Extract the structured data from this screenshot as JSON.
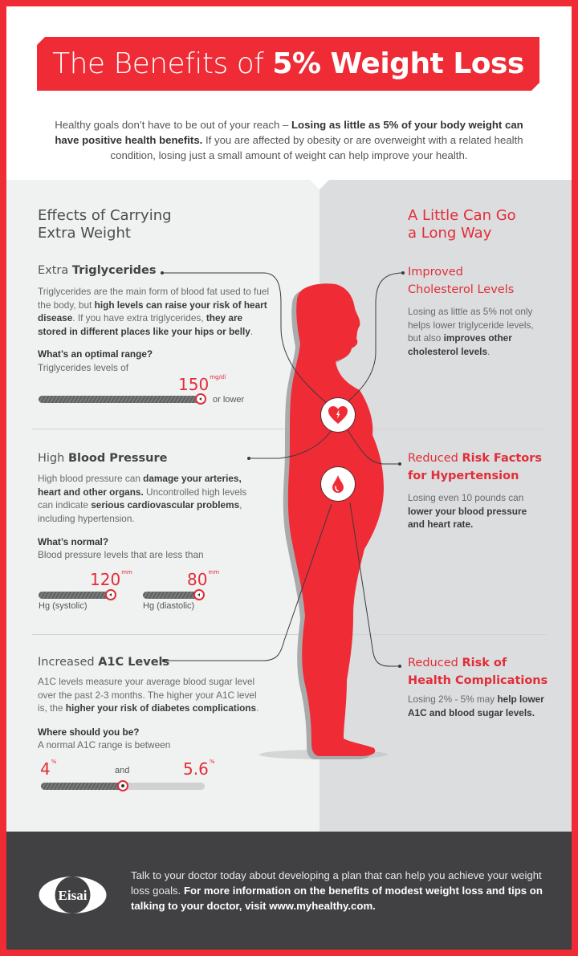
{
  "title": {
    "light": "The Benefits of ",
    "bold": "5% Weight Loss"
  },
  "intro": {
    "part1": "Healthy goals don’t have to be out of your reach – ",
    "bold1": "Losing as little as 5% of your body weight can have positive health benefits.",
    "part2": " If you are affected by obesity or are overweight with a related health condition, losing just a small amount of weight can help improve your health."
  },
  "left": {
    "heading_line1": "Effects of Carrying",
    "heading_line2": "Extra Weight",
    "triglycerides": {
      "title_light": "Extra ",
      "title_bold": "Triglycerides",
      "text1": "Triglycerides are the main form of blood fat used to fuel the body, but ",
      "bold1": "high levels can raise your risk of heart disease",
      "text2": ". If you have extra triglycerides, ",
      "bold2": "they are stored in different places like your hips or belly",
      "text3": ".",
      "question": "What’s an optimal range?",
      "question_sub": "Triglycerides levels of",
      "value": "150",
      "unit": "mg/dl",
      "suffix": "or lower"
    },
    "blood_pressure": {
      "title_light": "High ",
      "title_bold": "Blood Pressure",
      "text1": "High blood pressure can ",
      "bold1": "damage your arteries, heart and other organs.",
      "text2": " Uncontrolled high levels can indicate ",
      "bold2": "serious cardiovascular problems",
      "text3": ", including hypertension.",
      "question": "What’s normal?",
      "question_sub": "Blood pressure levels that are less than",
      "systolic_value": "120",
      "systolic_unit": "mm",
      "systolic_label": "Hg (systolic)",
      "diastolic_value": "80",
      "diastolic_unit": "mm",
      "diastolic_label": "Hg (diastolic)"
    },
    "a1c": {
      "title_light": "Increased ",
      "title_bold": "A1C Levels",
      "text1": "A1C levels measure your average blood sugar level over the past 2-3 months. The higher your A1C level is, the ",
      "bold1": "higher your risk of diabetes complications",
      "text2": ".",
      "question": "Where should you be?",
      "question_sub": "A normal A1C range is between",
      "low_value": "4",
      "low_unit": "%",
      "and_label": "and",
      "high_value": "5.6",
      "high_unit": "%"
    }
  },
  "right": {
    "heading_line1": "A Little Can Go",
    "heading_line2": "a Long Way",
    "cholesterol": {
      "title_line1": "Improved",
      "title_line2": "Cholesterol Levels",
      "text1": "Losing as little as 5% not only helps lower triglyceride levels, but also ",
      "bold1": "improves other cholesterol levels",
      "text2": "."
    },
    "hypertension": {
      "title_light": "Reduced ",
      "title_bold1": "Risk Factors",
      "title_line2": "for Hypertension",
      "text1": "Losing even 10 pounds can ",
      "bold1": "lower your blood pressure and heart rate."
    },
    "complications": {
      "title_light": "Reduced ",
      "title_bold1": "Risk of",
      "title_line2": "Health Complications",
      "text1": "Losing 2% - 5% may ",
      "bold1": "help lower A1C and blood sugar levels."
    }
  },
  "icons": {
    "heart": "heart-icon",
    "blood_drop": "blood-drop-icon"
  },
  "footer": {
    "logo_text": "Eisai",
    "text1": "Talk to your doctor today about developing a plan that can help you achieve your weight loss goals. ",
    "bold1": "For more information on the benefits of modest weight loss and tips on talking to your doctor, visit www.myhealthy.com."
  },
  "colors": {
    "accent": "#ef2b36",
    "dark": "#414143",
    "panel_left": "#f0f1f1",
    "panel_right": "#dcddde"
  }
}
